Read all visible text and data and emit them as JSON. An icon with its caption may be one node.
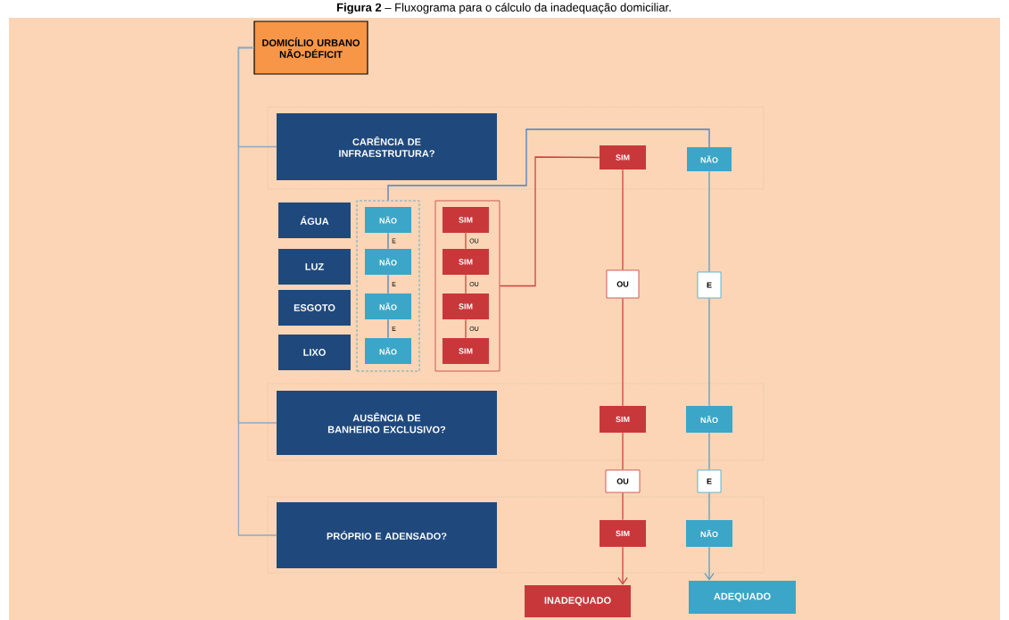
{
  "diagram": {
    "title": "**Figura 2** – Fluxograma para o cálculo da inadequação domiciliar.",
    "nodes": [
      {
        "text": [
          "DOMICÍLIO URBANO NÃO-DÉFICIT"
        ]
      },
      {
        "text": [
          "CARÊNCIA DE INFRAESTRUTURA?"
        ]
      },
      {
        "text": [
          "ÁGUA"
        ]
      },
      {
        "text": [
          "LUZ"
        ]
      },
      {
        "text": [
          "ESGOTO"
        ]
      },
      {
        "text": [
          "LIXO"
        ]
      },
      {
        "text": [],
        "shape": "box"
      },
      {
        "text": [
          "NÃO"
        ],
        "in": 6
      },
      {
        "text": [
          "NÃO"
        ],
        "in": 6
      },
      {
        "text": [
          "NÃO"
        ],
        "in": 6
      },
      {
        "text": [
          "NÃO"
        ],
        "in": 6
      },
      {
        "text": [],
        "shape": "box"
      },
      {
        "text": [
          "SIM"
        ],
        "in": 11
      },
      {
        "text": [
          "SIM"
        ],
        "in": 11
      },
      {
        "text": [
          "SIM"
        ],
        "in": 11
      },
      {
        "text": [
          "SIM"
        ],
        "in": 11
      },
      {
        "text": [
          "SIM"
        ]
      },
      {
        "text": [
          "NÃO"
        ]
      },
      {
        "text": [
          "OU"
        ]
      },
      {
        "text": [
          "E"
        ]
      },
      {
        "text": [
          "AUSÊNCIA DE BANHEIRO EXCLUSIVO?"
        ]
      },
      {
        "text": [
          "SIM"
        ]
      },
      {
        "text": [
          "NÃO"
        ]
      },
      {
        "text": [
          "OU"
        ]
      },
      {
        "text": [
          "E"
        ]
      },
      {
        "text": [
          "PRÓPRIO E ADENSADO?"
        ]
      },
      {
        "text": [
          "SIM"
        ]
      },
      {
        "text": [
          "NÃO"
        ]
      },
      {
        "text": [
          "INADEQUADO"
        ]
      },
      {
        "text": [
          "ADEQUADO"
        ]
      }
    ],
    "edges": [
      {
        "from": 0,
        "to": 1,
        "arrow": "none",
        "color": "#8fa8c4"
      },
      {
        "from": 0,
        "to": 20,
        "arrow": "none",
        "color": "#8fa8c4"
      },
      {
        "from": 0,
        "to": 25,
        "arrow": "none",
        "color": "#8fa8c4"
      },
      {
        "from": 6,
        "to": 17,
        "arrow": "none",
        "color": "#4f7fc0"
      },
      {
        "from": 11,
        "to": 16,
        "arrow": "none",
        "color": "#c8453f"
      },
      {
        "from": 7,
        "to": 8,
        "arrow": "none",
        "label": "E",
        "color": "#4f7fc0"
      },
      {
        "from": 8,
        "to": 9,
        "arrow": "none",
        "label": "E",
        "color": "#4f7fc0"
      },
      {
        "from": 9,
        "to": 10,
        "arrow": "none",
        "label": "E",
        "color": "#4f7fc0"
      },
      {
        "from": 12,
        "to": 13,
        "arrow": "none",
        "label": "OU",
        "color": "#c8453f"
      },
      {
        "from": 13,
        "to": 14,
        "arrow": "none",
        "label": "OU",
        "color": "#c8453f"
      },
      {
        "from": 14,
        "to": 15,
        "arrow": "none",
        "label": "OU",
        "color": "#c8453f"
      },
      {
        "from": 16,
        "to": 18,
        "arrow": "none",
        "color": "#c8453f"
      },
      {
        "from": 18,
        "to": 21,
        "arrow": "none",
        "color": "#c8453f"
      },
      {
        "from": 21,
        "to": 23,
        "arrow": "none",
        "color": "#c8453f"
      },
      {
        "from": 23,
        "to": 26,
        "arrow": "none",
        "color": "#c8453f"
      },
      {
        "from": 26,
        "to": 28,
        "arrow": "to",
        "color": "#c8453f"
      },
      {
        "from": 17,
        "to": 19,
        "arrow": "none",
        "color": "#5a9fc8"
      },
      {
        "from": 19,
        "to": 22,
        "arrow": "none",
        "color": "#5a9fc8"
      },
      {
        "from": 22,
        "to": 24,
        "arrow": "none",
        "color": "#5a9fc8"
      },
      {
        "from": 24,
        "to": 27,
        "arrow": "none",
        "color": "#5a9fc8"
      },
      {
        "from": 27,
        "to": 29,
        "arrow": "to",
        "color": "#5a9fc8"
      }
    ]
  }
}
